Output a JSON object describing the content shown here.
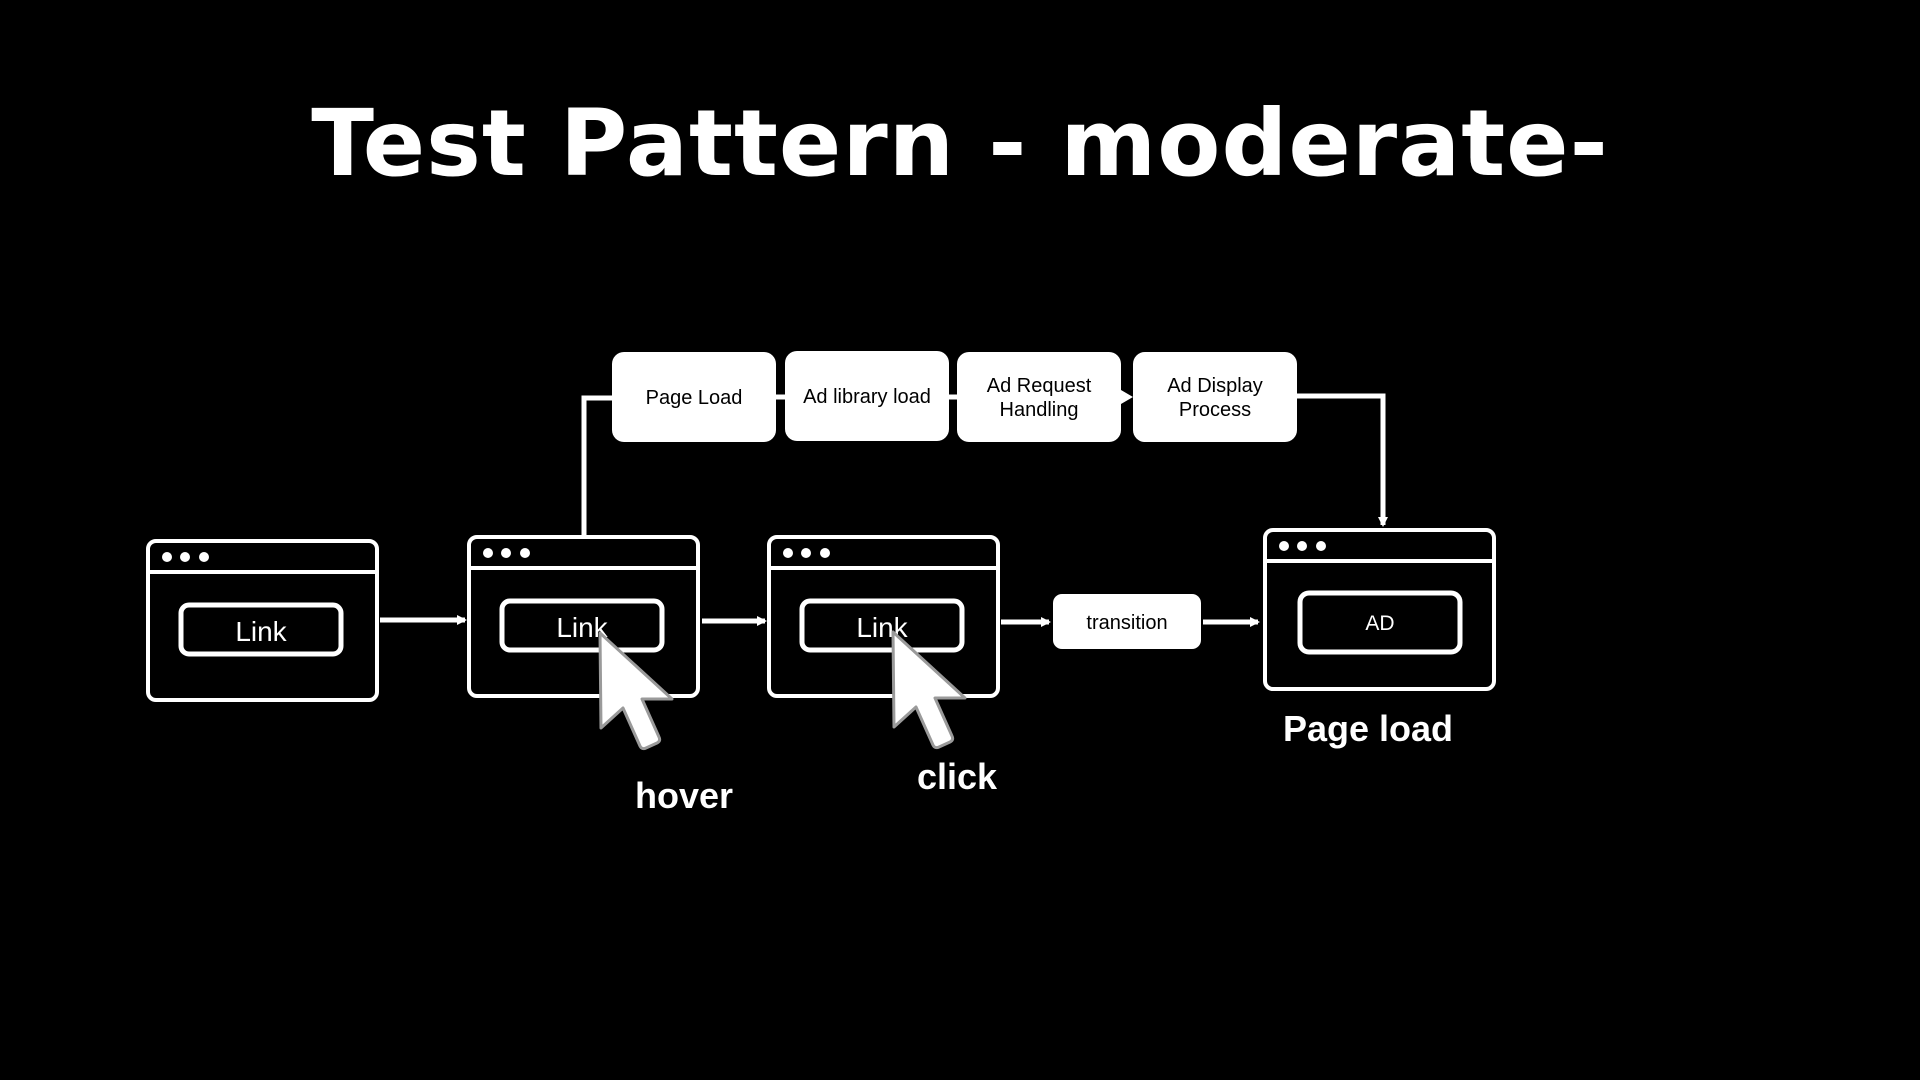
{
  "title": "Test Pattern - moderate-",
  "colors": {
    "background": "#000000",
    "foreground": "#ffffff",
    "box_text": "#000000"
  },
  "process_steps": [
    {
      "label_lines": [
        "Page Load"
      ]
    },
    {
      "label_lines": [
        "Ad library load"
      ]
    },
    {
      "label_lines": [
        "Ad Request",
        "Handling"
      ]
    },
    {
      "label_lines": [
        "Ad Display",
        "Process"
      ]
    }
  ],
  "windows": [
    {
      "button_label": "Link",
      "icon": "browser-window-icon"
    },
    {
      "button_label": "Link",
      "icon": "browser-window-icon",
      "cursor": "mouse-pointer-icon"
    },
    {
      "button_label": "Link",
      "icon": "browser-window-icon",
      "cursor": "mouse-pointer-icon"
    },
    {
      "button_label": "AD",
      "icon": "browser-window-icon"
    }
  ],
  "transition_label": "transition",
  "captions": {
    "hover": "hover",
    "click": "click",
    "page_load": "Page load"
  }
}
